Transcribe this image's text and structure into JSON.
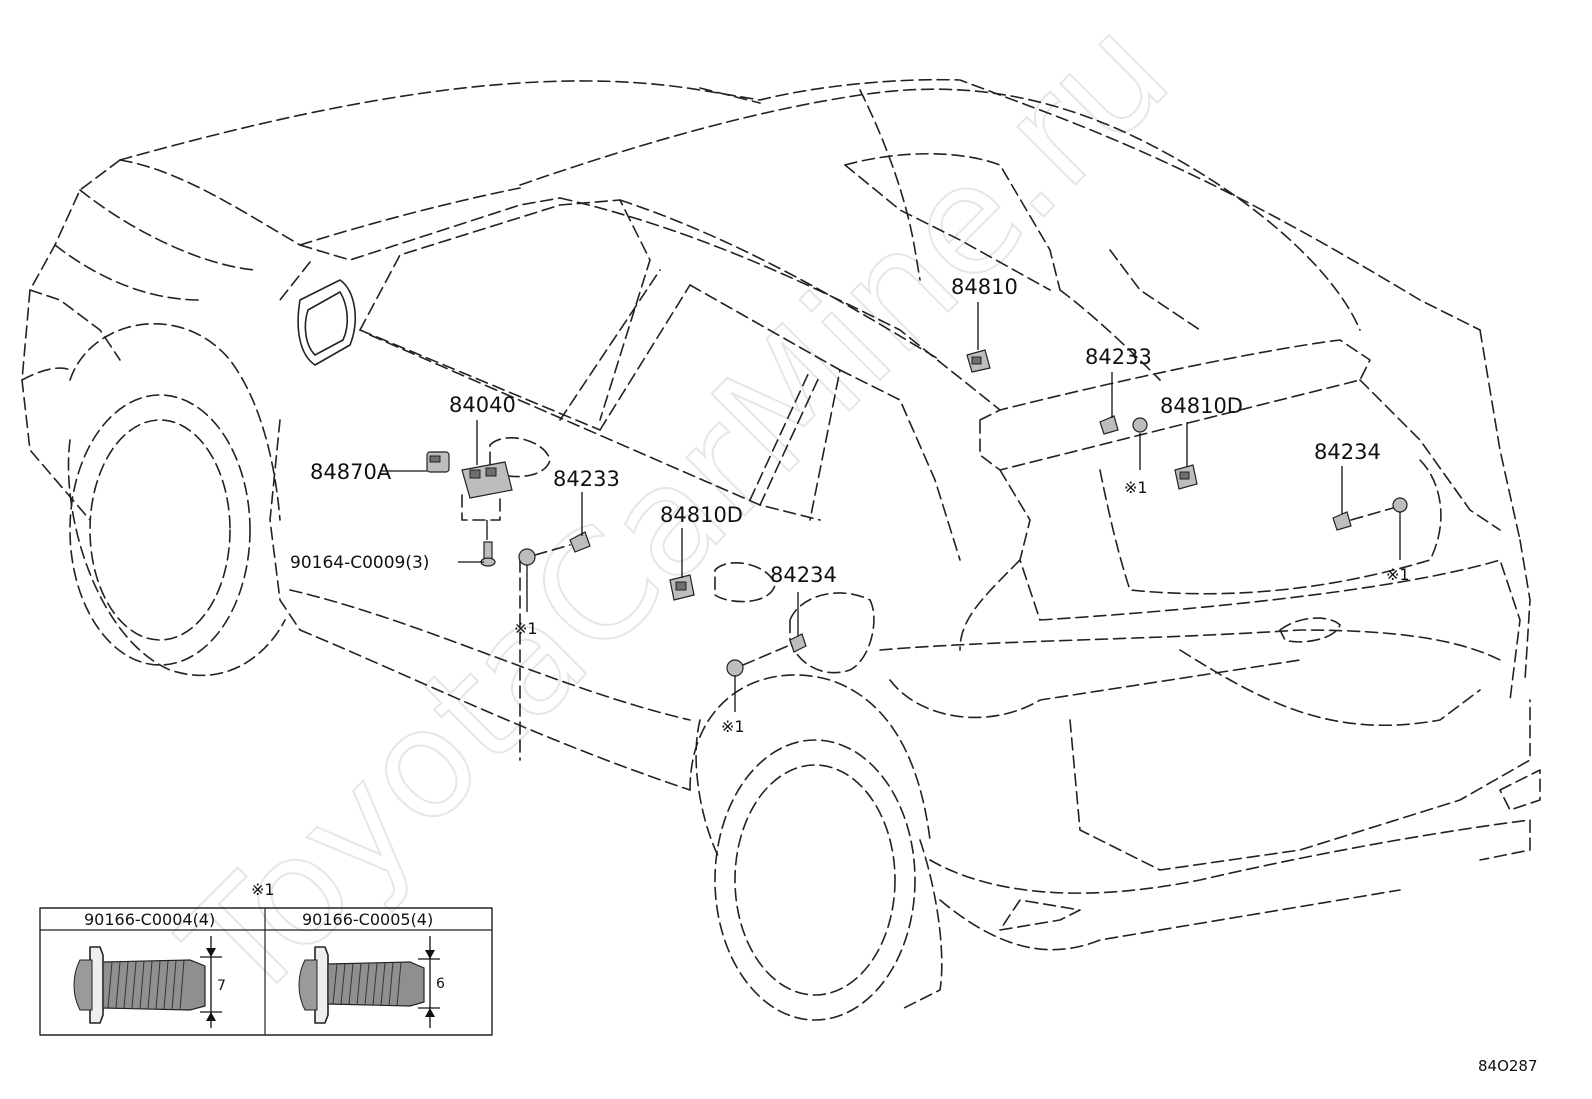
{
  "diagram_code": "84O287",
  "watermark": "ToyotaCarMine.ru",
  "parts": {
    "p84810": "84810",
    "p84233_rear": "84233",
    "p84810D_rear": "84810D",
    "p84234_rear": "84234",
    "p84040": "84040",
    "p84870A": "84870A",
    "p84233_front": "84233",
    "p84810D_front": "84810D",
    "p84234_front": "84234",
    "p90164": "90164-C0009(3)"
  },
  "note_marks": {
    "m1": "※1",
    "m2": "※1",
    "m3": "※1",
    "m4": "※1",
    "table_ref": "※1"
  },
  "bolt_table": {
    "col1": {
      "part": "90166-C0004(4)",
      "dim": "7"
    },
    "col2": {
      "part": "90166-C0005(4)",
      "dim": "6"
    }
  }
}
